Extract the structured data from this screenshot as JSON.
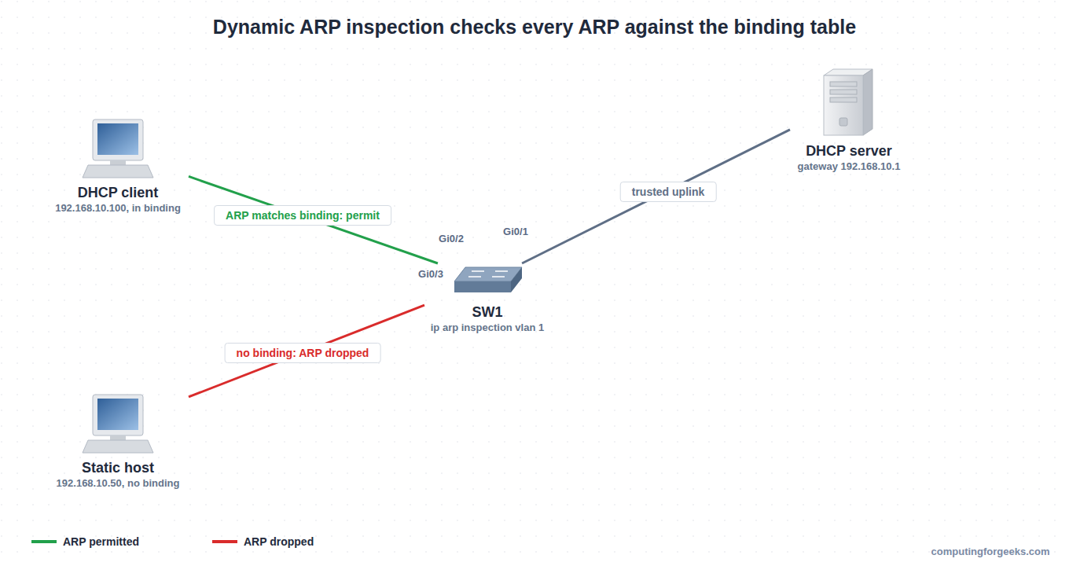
{
  "diagram": {
    "title": "Dynamic ARP inspection checks every ARP against the binding table",
    "nodes": [
      {
        "text": [
          "DHCP client",
          "192.168.10.100, in binding"
        ]
      },
      {
        "text": [
          "DHCP server",
          "gateway 192.168.10.1"
        ]
      },
      {
        "text": [
          "SW1",
          "ip arp inspection vlan 1"
        ]
      },
      {
        "text": [
          "Static host",
          "192.168.10.50, no binding"
        ]
      }
    ],
    "edges": [
      {
        "from": 0,
        "to": 2,
        "label": "ARP matches binding: permit",
        "arrow": "none"
      },
      {
        "from": 2,
        "to": 1,
        "label": "trusted uplink",
        "arrow": "none"
      },
      {
        "from": 3,
        "to": 2,
        "label": "no binding: ARP dropped",
        "arrow": "none"
      }
    ],
    "labels": [
      "Gi0/1",
      "Gi0/2",
      "Gi0/3",
      "computingforgeeks.com"
    ],
    "legend": [
      {
        "text": "ARP permitted",
        "color": "#22a04b"
      },
      {
        "text": "ARP dropped",
        "color": "#d92b2b"
      }
    ]
  }
}
